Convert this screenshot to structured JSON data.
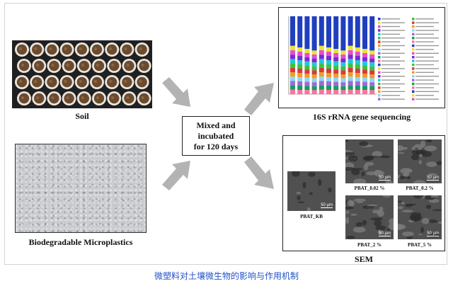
{
  "labels": {
    "soil": "Soil",
    "microplastics": "Biodegradable Microplastics",
    "mix_line1": "Mixed and",
    "mix_line2": "incubated",
    "mix_line3": "for 120 days",
    "sequencing": "16S rRNA gene sequencing",
    "sem": "SEM"
  },
  "sem_samples": [
    {
      "label": "PBAT_KB",
      "scale": "50 µm"
    },
    {
      "label": "PBAT_0.02 %",
      "scale": "50 µm"
    },
    {
      "label": "PBAT_0.2 %",
      "scale": "50 µm"
    },
    {
      "label": "PBAT_2 %",
      "scale": "50 µm"
    },
    {
      "label": "PBAT_5 %",
      "scale": "50 µm"
    }
  ],
  "caption": "微塑料对土壤微生物的影响与作用机制",
  "colors": {
    "arrow": "#b3b3b3",
    "caption": "#2352c6",
    "stack": [
      "#1f3fbf",
      "#e8e23a",
      "#e84ccf",
      "#7a2bd1",
      "#22c7d8",
      "#3ec03e",
      "#d83a3a",
      "#f09a2a",
      "#8fd6f0",
      "#9b6bd6",
      "#1a9a5a",
      "#ff6fa0"
    ]
  }
}
